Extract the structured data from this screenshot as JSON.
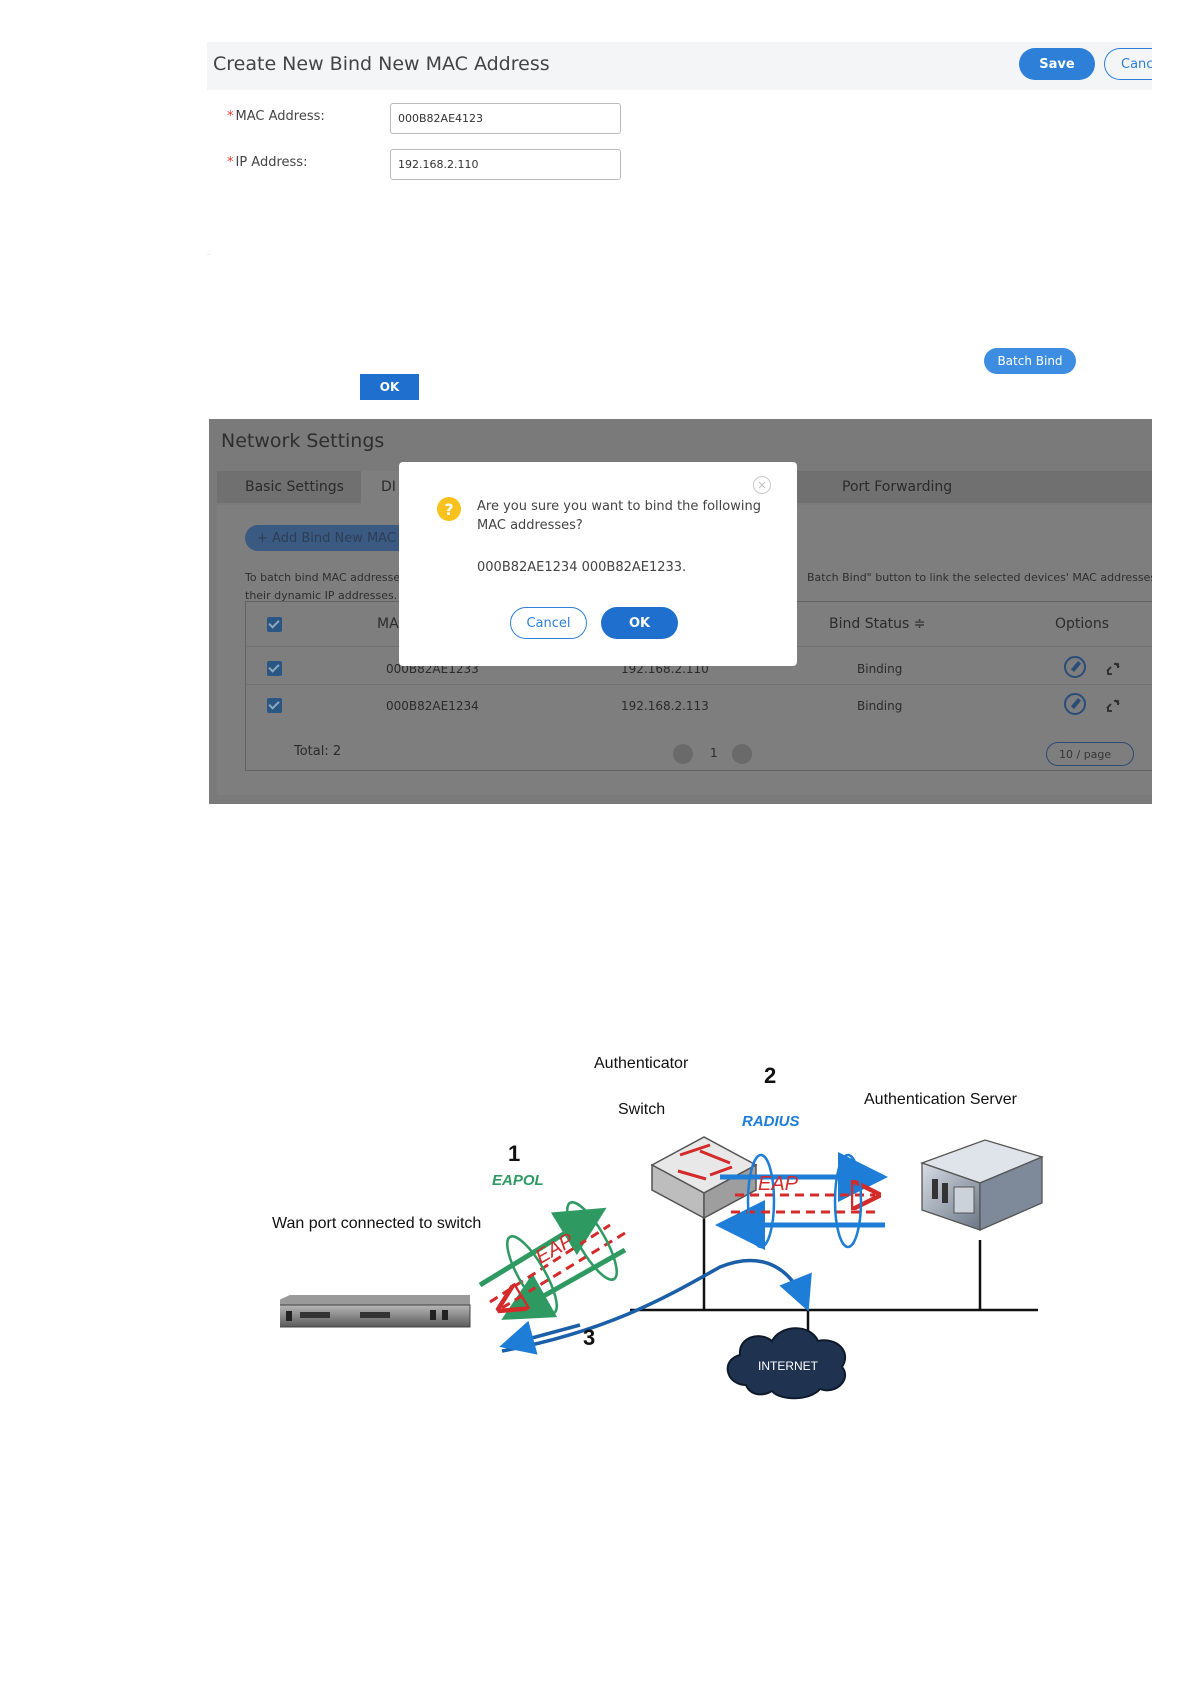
{
  "create_form": {
    "title": "Create New Bind New MAC Address",
    "save_label": "Save",
    "cancel_label": "Canc",
    "required_mark": "*",
    "mac_label": "MAC Address:",
    "mac_value": "000B82AE4123",
    "ip_label": "IP Address:",
    "ip_value": "192.168.2.110"
  },
  "batch_bind_label": "Batch Bind",
  "ok_label": "OK",
  "network_settings": {
    "title": "Network Settings",
    "tabs": [
      "Basic Settings",
      "DI",
      "Port Forwarding"
    ],
    "add_bind_label": "+ Add Bind New MAC",
    "desc_line1_left": "To batch bind MAC addresses",
    "desc_line1_right": "Batch Bind\" button to link the selected devices' MAC addresses to",
    "desc_line2": "their dynamic IP addresses.",
    "table": {
      "col_mac": "MA",
      "col_status": "Bind Status ≑",
      "col_options": "Options",
      "rows": [
        {
          "mac": "000B82AE1233",
          "ip": "192.168.2.110",
          "status": "Binding"
        },
        {
          "mac": "000B82AE1234",
          "ip": "192.168.2.113",
          "status": "Binding"
        }
      ],
      "total": "Total: 2",
      "page": "1",
      "page_size": "10 / page"
    }
  },
  "modal": {
    "warn_glyph": "?",
    "close_glyph": "×",
    "message": "Are you sure you want to bind the following MAC addresses?",
    "macs": "000B82AE1234 000B82AE1233.",
    "cancel_label": "Cancel",
    "ok_label": "OK"
  },
  "diagram": {
    "authenticator_label": "Authenticator",
    "switch_label": "Switch",
    "auth_server_label": "Authentication Server",
    "wan_label": "Wan port connected to switch",
    "step1": "1",
    "step2": "2",
    "step3": "3",
    "eapol_label": "EAPOL",
    "radius_label": "RADIUS",
    "eap_label_left": "EAP",
    "eap_label_right": "EAP",
    "internet_label": "INTERNET",
    "colors": {
      "green": "#2e9a62",
      "blue": "#1e7dd6",
      "red": "#d42a2a"
    }
  }
}
